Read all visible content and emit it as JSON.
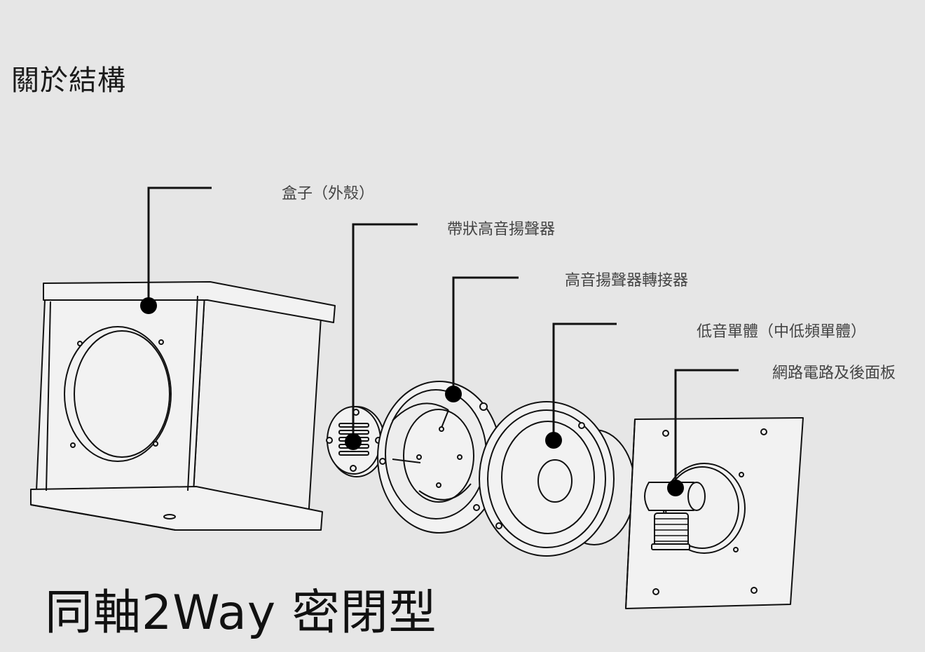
{
  "title": "關於結構",
  "labels": {
    "box": "盒子（外殼）",
    "ribbon_tweeter": "帶狀高音揚聲器",
    "tweeter_adapter": "高音揚聲器轉接器",
    "woofer": "低音單體（中低頻單體）",
    "network": "網路電路及後面板"
  },
  "footer": "同軸2Way 密閉型",
  "colors": {
    "background": "#e6e6e6",
    "line": "#111111",
    "fill": "#f2f2f2",
    "label_text": "#444444",
    "title_text": "#1a1a1a"
  }
}
